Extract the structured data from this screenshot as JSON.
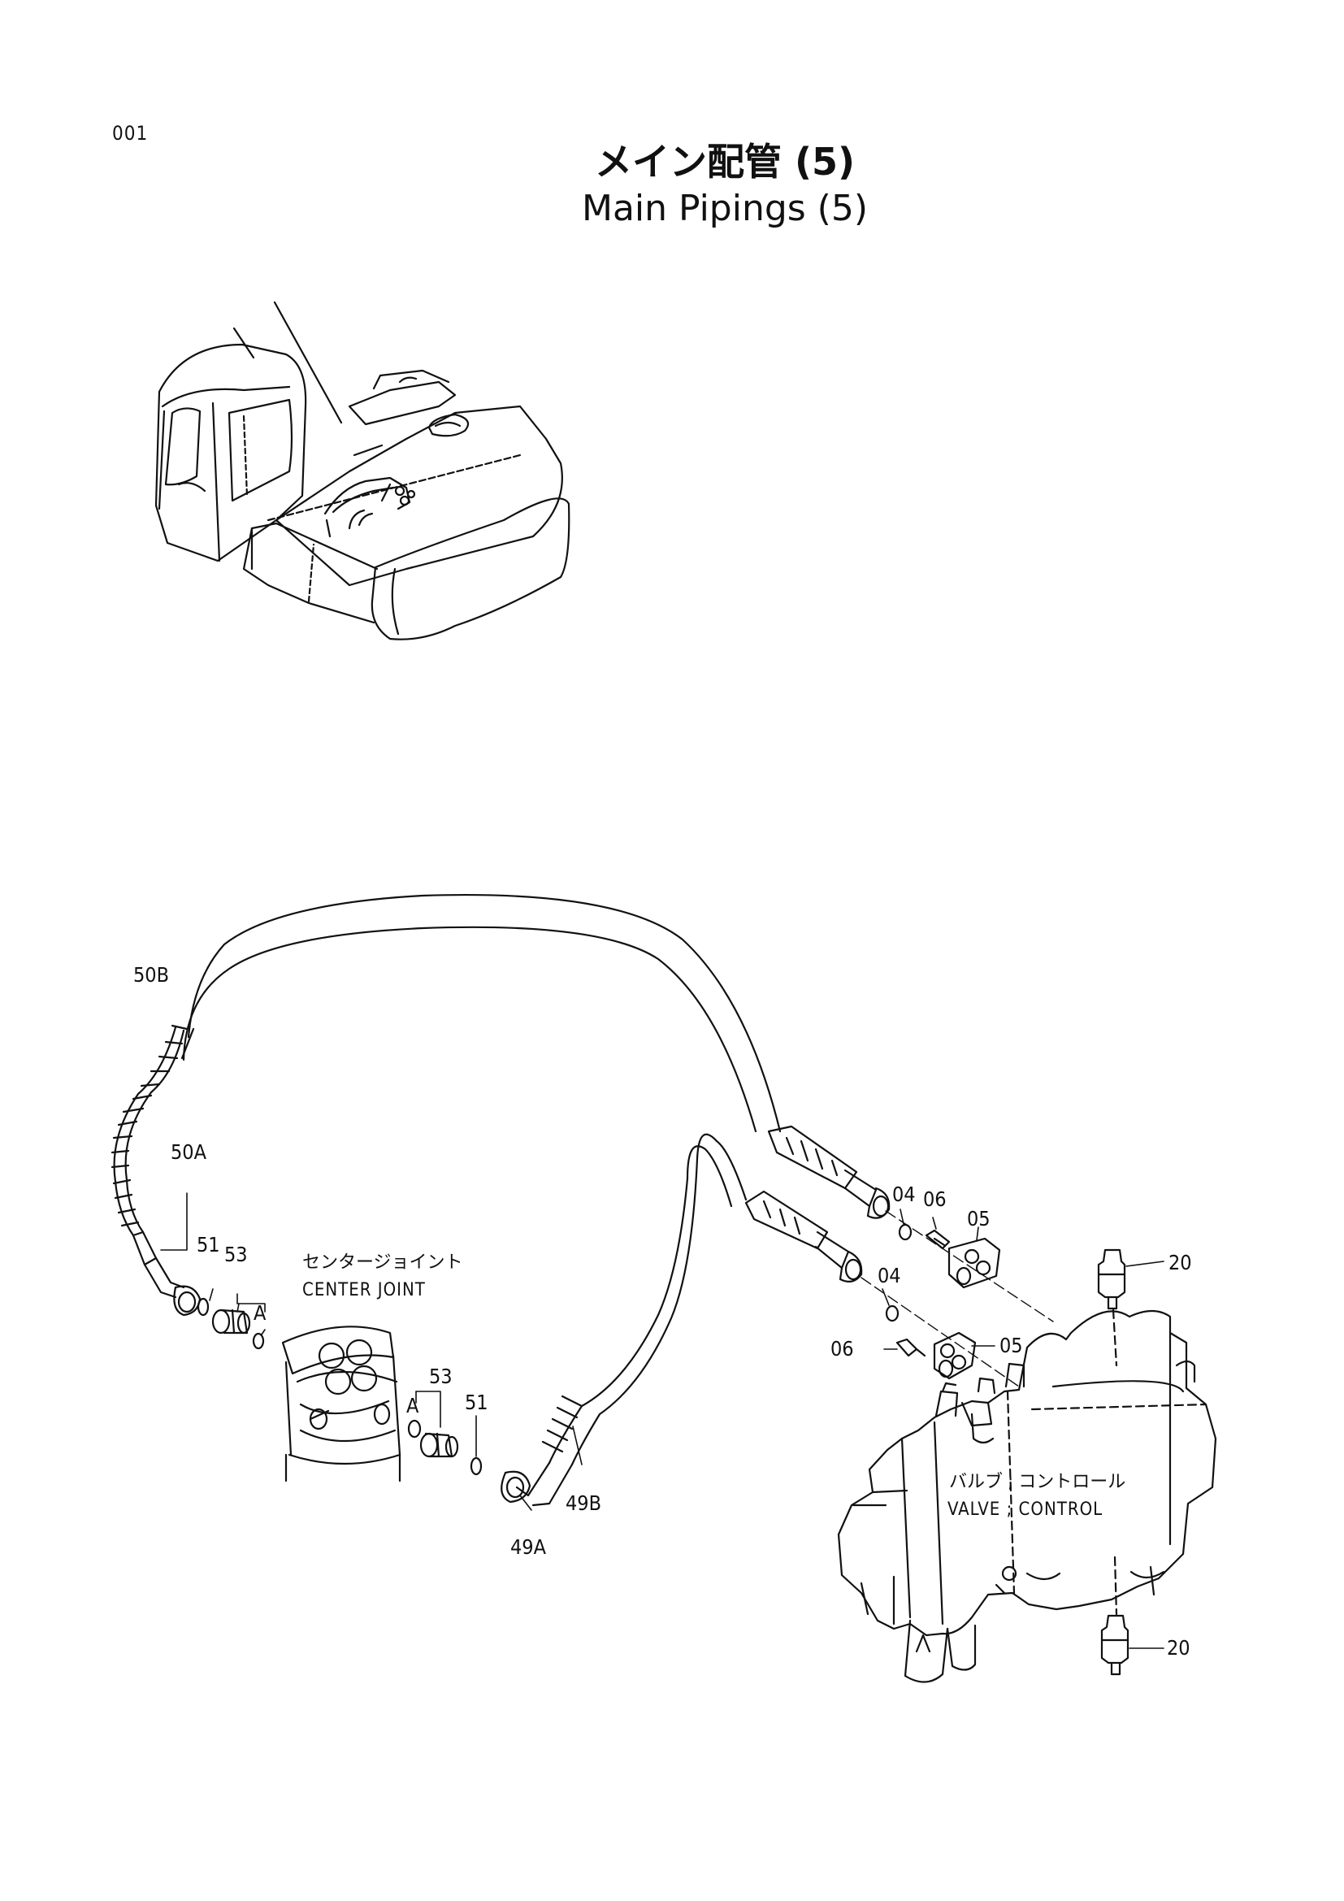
{
  "page": {
    "code": "001",
    "title_jp": "メイン配管 (5)",
    "title_en": "Main Pipings (5)"
  },
  "labels": {
    "center_joint_jp": "センタージョイント",
    "center_joint_en": "CENTER JOINT",
    "control_valve_jp": "バルブ ; コントロール",
    "control_valve_en": "VALVE ; CONTROL"
  },
  "callouts": {
    "c50b": "50B",
    "c50a": "50A",
    "c51_left": "51",
    "c53_left": "53",
    "cA_left": "A",
    "c53_right": "53",
    "cA_right": "A",
    "c51_right": "51",
    "c49a": "49A",
    "c49b": "49B",
    "c04_top": "04",
    "c06_top": "06",
    "c05_top": "05",
    "c04_mid": "04",
    "c06_left": "06",
    "c05_mid": "05",
    "c20_top": "20",
    "c20_bottom": "20"
  }
}
